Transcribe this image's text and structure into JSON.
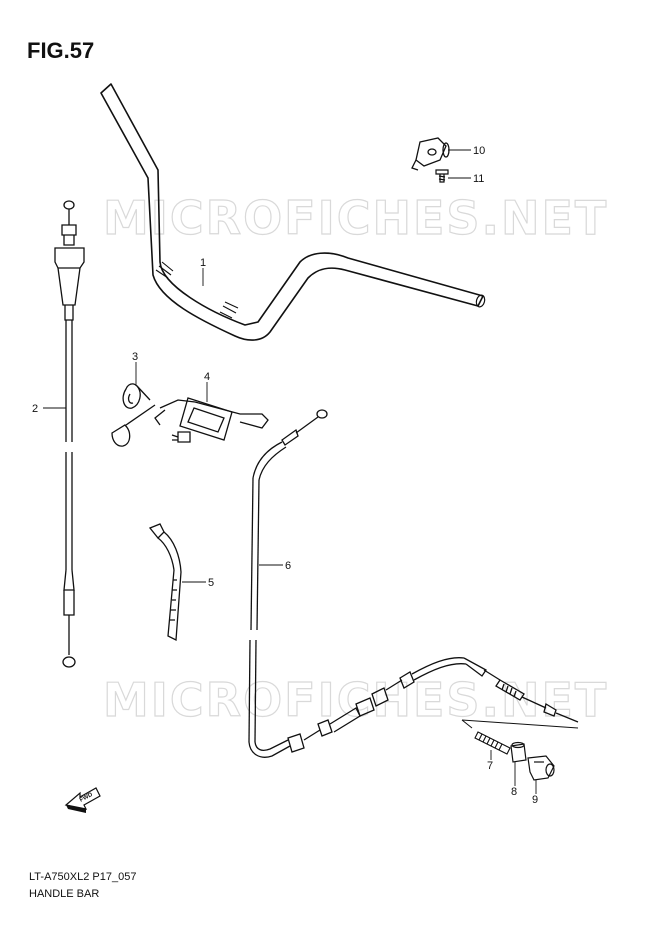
{
  "figure": {
    "title": "FIG.57",
    "code": "LT-A750XL2 P17_057",
    "name": "HANDLE BAR"
  },
  "watermark": "MICROFICHES.NET",
  "fwd_label": "FWD",
  "callouts": [
    "1",
    "2",
    "3",
    "4",
    "5",
    "6",
    "7",
    "8",
    "9",
    "10",
    "11"
  ],
  "colors": {
    "line": "#111111",
    "watermark": "#d9d9d9",
    "background": "#ffffff"
  }
}
